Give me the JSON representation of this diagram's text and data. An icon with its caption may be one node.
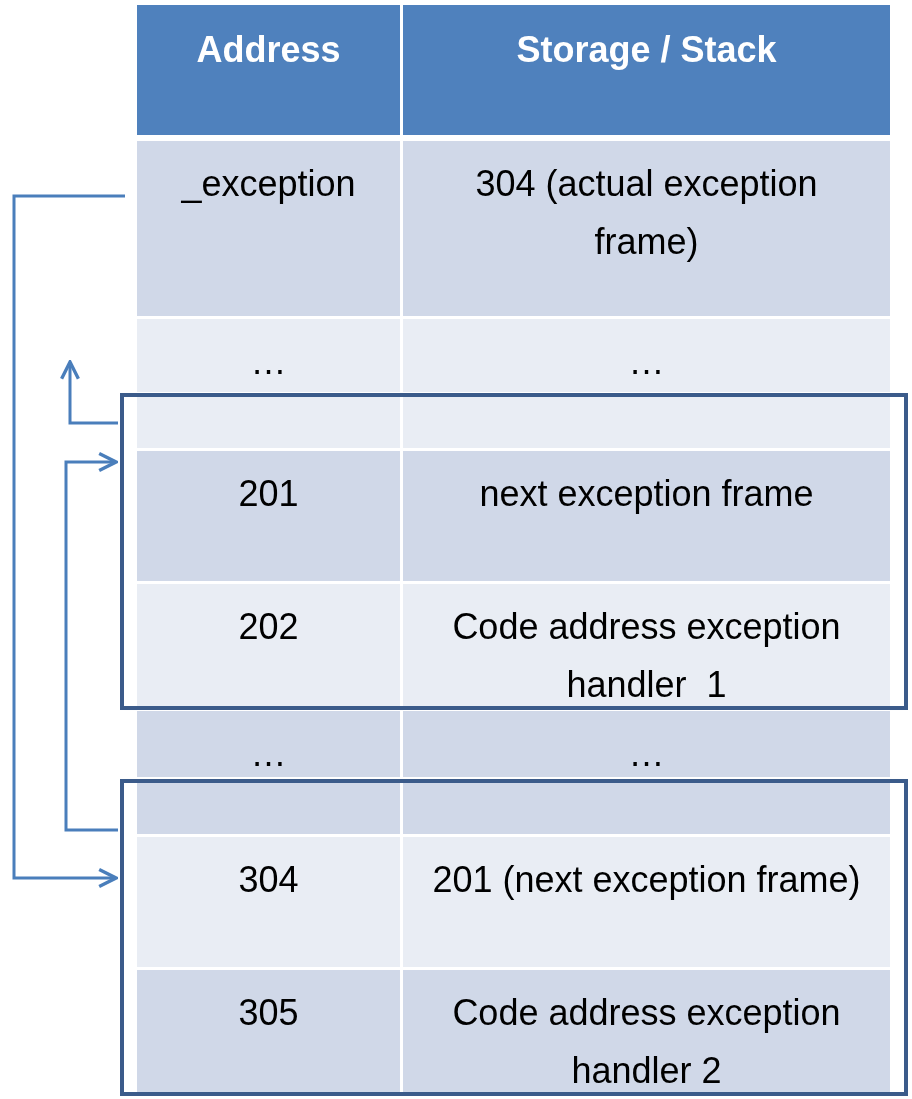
{
  "diagram": {
    "nodes": [
      {
        "text": [
          "_exception"
        ]
      },
      {
        "text": [],
        "shape": "box"
      },
      {
        "text": [],
        "shape": "box"
      }
    ],
    "edges": [
      {
        "from": 0,
        "to": 2,
        "arrow": "to"
      },
      {
        "from": 2,
        "to": 1,
        "arrow": "to"
      },
      {
        "from": 1,
        "to": null,
        "arrow": "to"
      }
    ],
    "labels": [
      "Address",
      "Storage / Stack",
      "304 (actual exception frame)",
      "…",
      "…",
      "201",
      "next exception frame",
      "202",
      "Code address exception handler  1",
      "…",
      "…",
      "304",
      "201 (next exception frame)",
      "305",
      "Code address exception handler 2"
    ]
  }
}
